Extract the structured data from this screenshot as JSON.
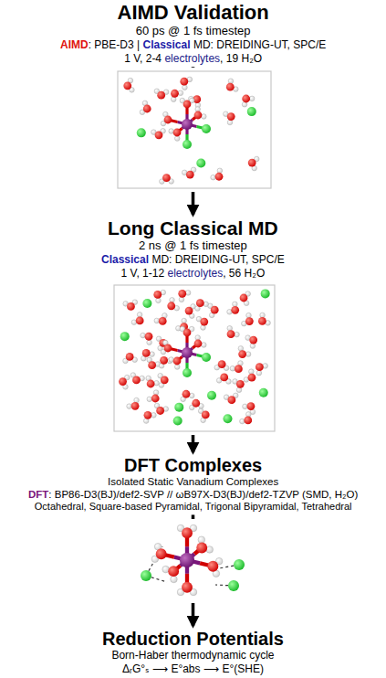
{
  "diagram": {
    "nodes": [
      {
        "text": [
          "AIMD Validation",
          "60 ps @ 1 fs timestep",
          "AIMD",
          ": PBE-D3 |",
          "Classical",
          "MD: DREIDING-UT, SPC/E",
          "1 V, 2-4",
          "electrolytes",
          ", 19 H₂O"
        ]
      },
      {
        "text": [
          "Long Classical MD",
          "2 ns @ 1 fs timestep",
          "Classical",
          "MD: DREIDING-UT, SPC/E",
          "1 V, 1-12",
          "electrolytes",
          ", 56 H₂O"
        ]
      },
      {
        "text": [
          "DFT Complexes",
          "Isolated Static Vanadium Complexes",
          "DFT",
          ": BP86-D3(BJ)/def2-SVP // ωB97X-D3(BJ)/def2-TZVP (SMD, H₂O)",
          "Octahedral, Square-based Pyramidal, Trigonal Bipyramidal, Tetrahedral"
        ]
      },
      {
        "text": [
          "Reduction Potentials",
          "Born-Haber thermodynamic cycle",
          "ΔᵣG°ₛ ⟶ E°abs ⟶ E°(SHE)"
        ]
      }
    ],
    "edges": [
      {
        "from": 0,
        "to": 1,
        "arrow": "to"
      },
      {
        "from": 1,
        "to": 2,
        "arrow": "to"
      },
      {
        "from": 2,
        "to": 3,
        "arrow": "to"
      }
    ]
  }
}
